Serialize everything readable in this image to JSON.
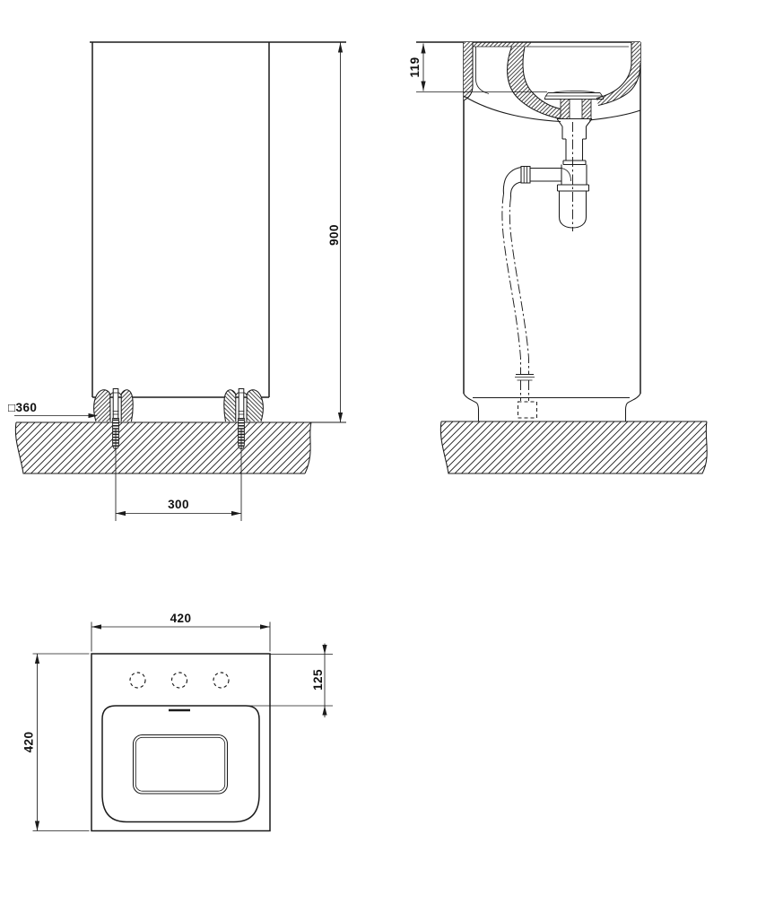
{
  "colors": {
    "background": "#ffffff",
    "line": "#1b1b1b"
  },
  "dimensions": {
    "overall_height": "900",
    "fixing_centres": "300",
    "fixing_plate": "□360",
    "basin_depth": "119",
    "plan_width": "420",
    "plan_depth": "420",
    "tap_deck_depth": "125"
  }
}
